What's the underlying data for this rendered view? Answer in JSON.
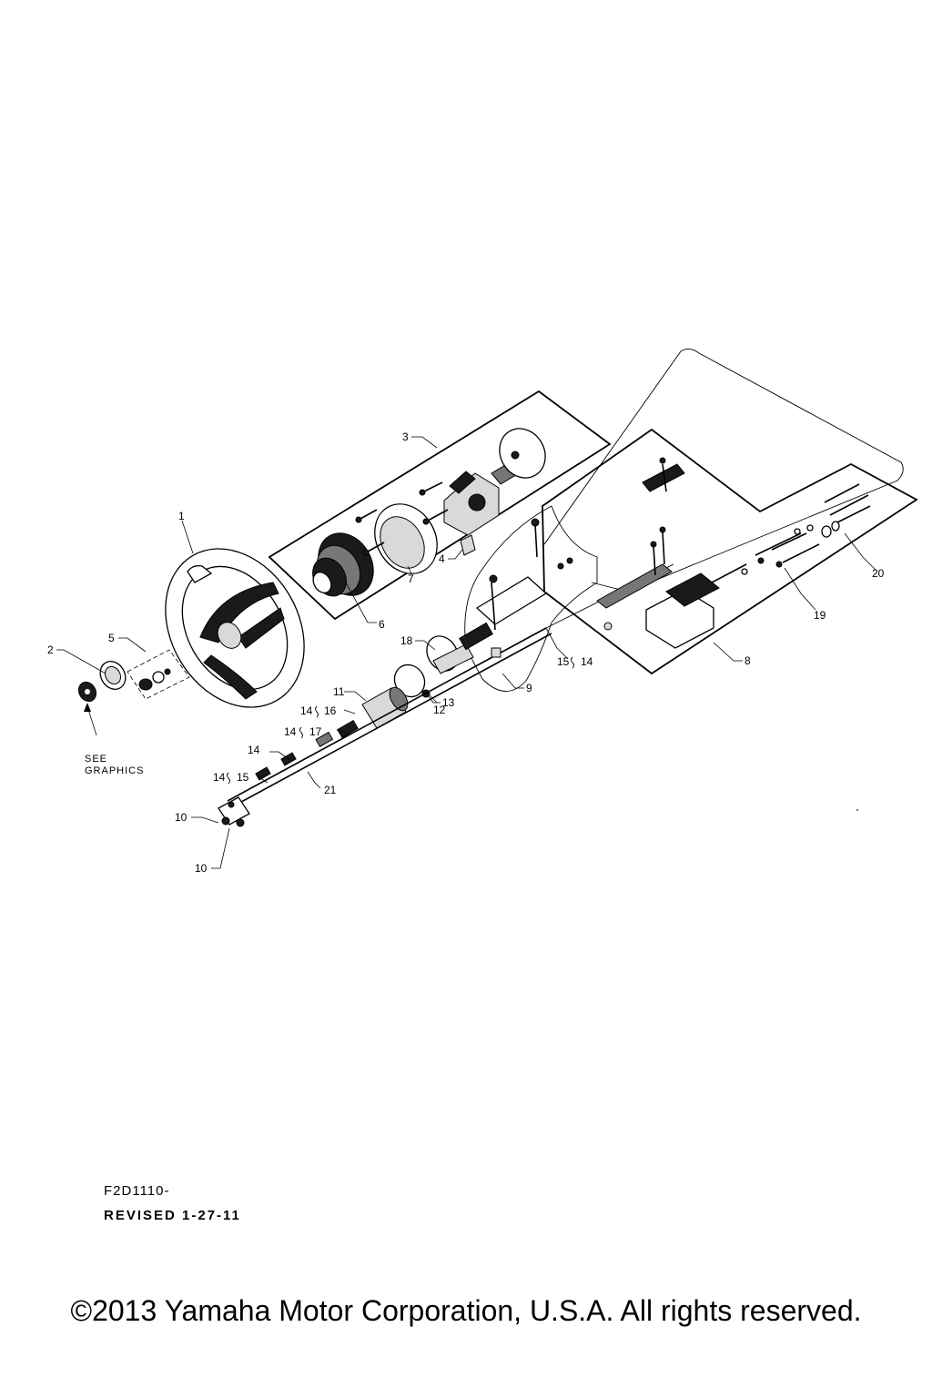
{
  "drawing": {
    "code": "F2D1110-",
    "revision": "REVISED 1-27-11",
    "see_graphics": [
      "SEE",
      "GRAPHICS"
    ],
    "copyright": "©2013 Yamaha Motor Corporation, U.S.A. All rights reserved."
  },
  "callouts": {
    "c1": "1",
    "c2": "2",
    "c3": "3",
    "c4": "4",
    "c5": "5",
    "c6": "6",
    "c7": "7",
    "c8": "8",
    "c9": "9",
    "c10a": "10",
    "c10b": "10",
    "c11": "11",
    "c12": "12",
    "c13": "13",
    "c14": "14",
    "c15_14": "15",
    "c15_14b": "14",
    "c14_15a": "14",
    "c14_15b": "15",
    "c14_16a": "14",
    "c14_16b": "16",
    "c14_17a": "14",
    "c14_17b": "17",
    "c18": "18",
    "c19": "19",
    "c20": "20",
    "c21": "21"
  }
}
